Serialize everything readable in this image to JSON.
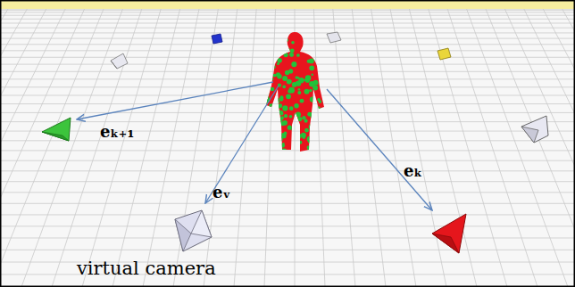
{
  "diagram": {
    "labels": [
      "eₖ₊₁",
      "eᵥ",
      "eₖ",
      "virtual camera"
    ]
  }
}
